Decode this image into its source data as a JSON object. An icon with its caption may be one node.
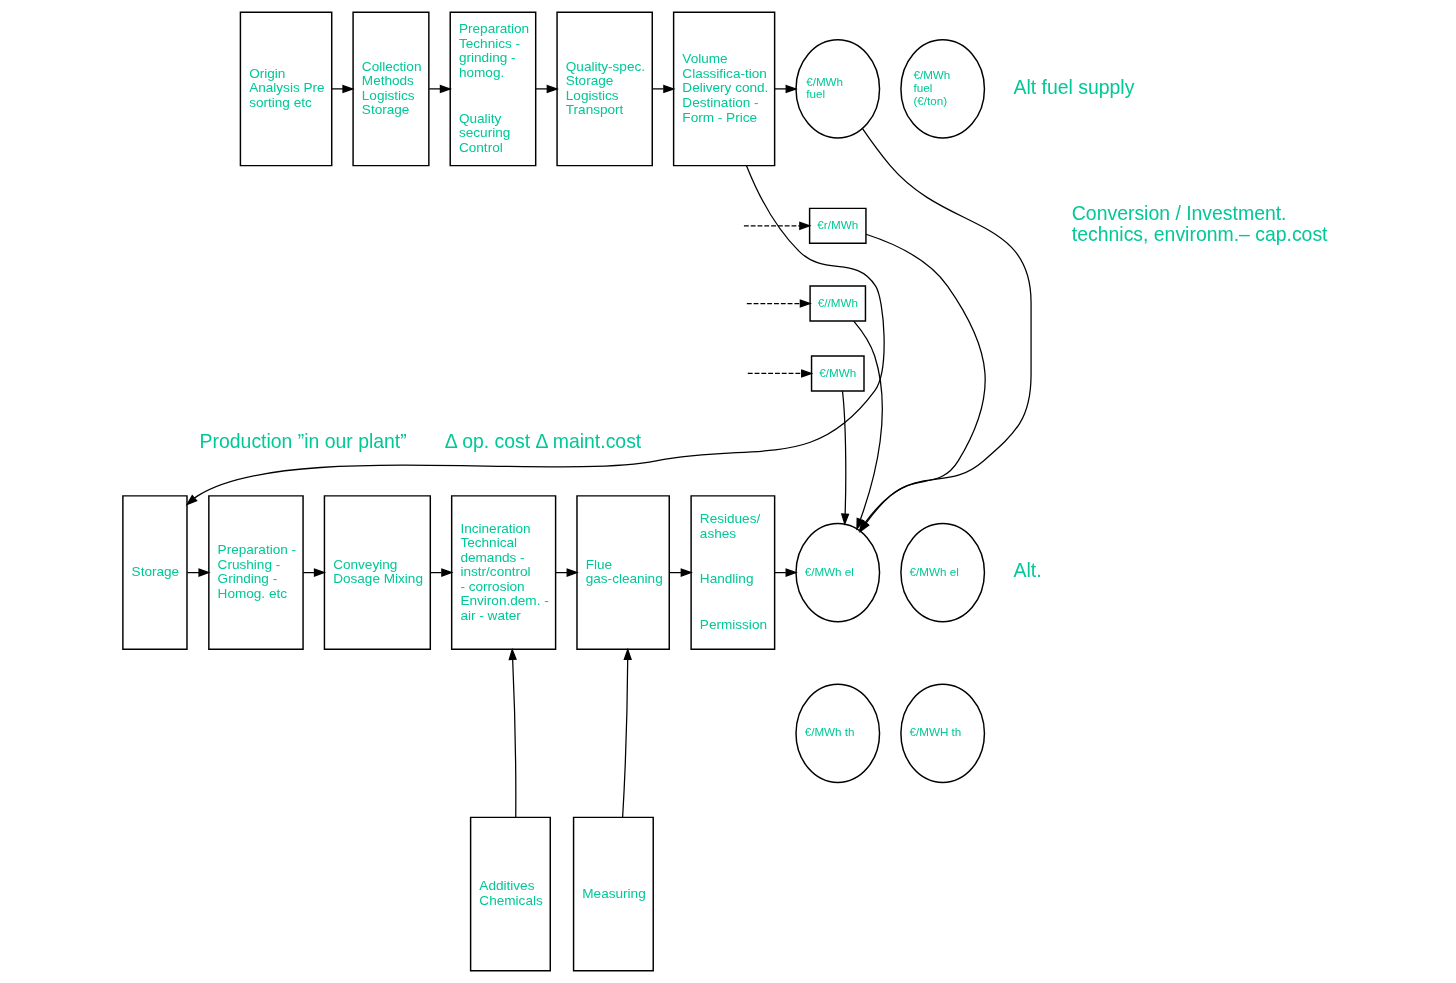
{
  "diagram": {
    "nodes": [
      {
        "text": [
          "Origin Analysis Pre sorting etc"
        ]
      },
      {
        "text": [
          "Collection Methods Logistics Storage"
        ]
      },
      {
        "text": [
          "Preparation Technics - grinding - homog.",
          "Quality securing Control"
        ]
      },
      {
        "text": [
          "Quality-spec. Storage Logistics Transport"
        ]
      },
      {
        "text": [
          "Volume Classifica-tion Delivery cond. Destination - Form - Price"
        ]
      },
      {
        "text": [
          "€/MWh fuel"
        ]
      },
      {
        "text": [
          "€/MWh fuel (€/ton)"
        ]
      },
      {
        "text": [
          "€r/MWh"
        ]
      },
      {
        "text": [
          "€//MWh"
        ]
      },
      {
        "text": [
          "€/MWh"
        ]
      },
      {
        "text": [
          "Storage"
        ]
      },
      {
        "text": [
          "Preparation - Crushing - Grinding - Homog. etc"
        ]
      },
      {
        "text": [
          "Conveying Dosage Mixing"
        ]
      },
      {
        "text": [
          "Incineration Technical demands - instr/control - corrosion Environ.dem. - air - water"
        ]
      },
      {
        "text": [
          "Flue gas-cleaning"
        ]
      },
      {
        "text": [
          "Residues/ ashes",
          "Handling",
          "Permission"
        ]
      },
      {
        "text": [
          "€/MWh el"
        ]
      },
      {
        "text": [
          "€/MWh th"
        ]
      },
      {
        "text": [
          "€/MWh el"
        ]
      },
      {
        "text": [
          "€/MWH th"
        ]
      },
      {
        "text": [
          "Additives Chemicals"
        ]
      },
      {
        "text": [
          "Measuring"
        ]
      }
    ],
    "edges": [
      {
        "from": 0,
        "to": 1,
        "arrow": "to"
      },
      {
        "from": 1,
        "to": 2,
        "arrow": "to"
      },
      {
        "from": 2,
        "to": 3,
        "arrow": "to"
      },
      {
        "from": 3,
        "to": 4,
        "arrow": "to"
      },
      {
        "from": 4,
        "to": 5,
        "arrow": "to"
      },
      {
        "from": 4,
        "to": 10,
        "arrow": "to"
      },
      {
        "from": null,
        "to": 7,
        "arrow": "to",
        "style": "dashed"
      },
      {
        "from": null,
        "to": 8,
        "arrow": "to",
        "style": "dashed"
      },
      {
        "from": null,
        "to": 9,
        "arrow": "to",
        "style": "dashed"
      },
      {
        "from": 5,
        "to": 16,
        "arrow": "to"
      },
      {
        "from": 7,
        "to": 16,
        "arrow": "to"
      },
      {
        "from": 8,
        "to": 16,
        "arrow": "to"
      },
      {
        "from": 9,
        "to": 16,
        "arrow": "to"
      },
      {
        "from": 10,
        "to": 11,
        "arrow": "to"
      },
      {
        "from": 11,
        "to": 12,
        "arrow": "to"
      },
      {
        "from": 12,
        "to": 13,
        "arrow": "to"
      },
      {
        "from": 13,
        "to": 14,
        "arrow": "to"
      },
      {
        "from": 14,
        "to": 15,
        "arrow": "to"
      },
      {
        "from": 15,
        "to": 16,
        "arrow": "to"
      },
      {
        "from": 20,
        "to": 13,
        "arrow": "to"
      },
      {
        "from": 21,
        "to": 14,
        "arrow": "to"
      }
    ],
    "labels": [
      "Alt fuel supply",
      "Conversion / Investment. technics, environm.– cap.cost",
      "Δ op. cost Δ maint.cost",
      "Production ”in our plant”",
      "Alt."
    ]
  }
}
